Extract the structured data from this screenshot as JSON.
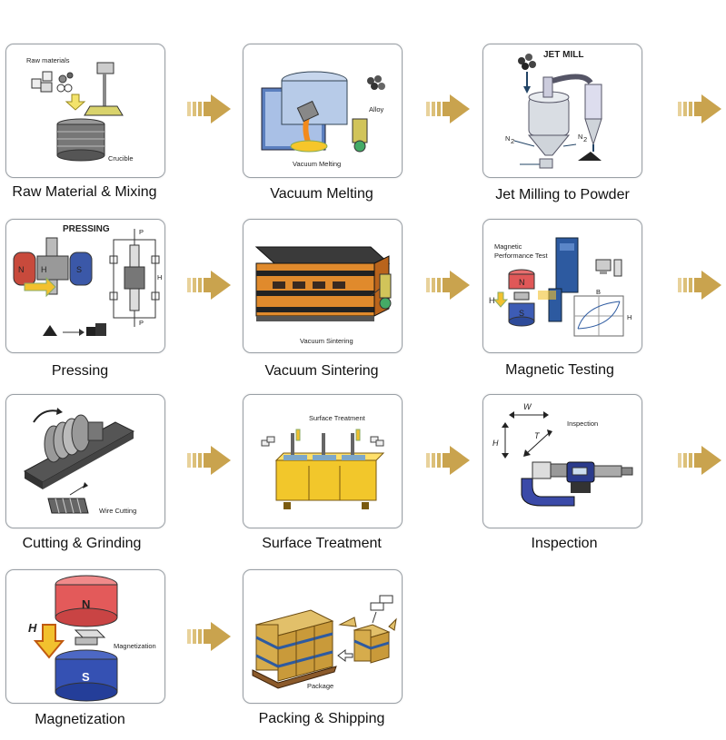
{
  "steps": [
    {
      "caption": "Raw Material & Mixing",
      "labels": [
        "Raw materials",
        "Crucible"
      ]
    },
    {
      "caption": "Vacuum Melting",
      "labels": [
        "Alloy",
        "Vacuum Melting"
      ]
    },
    {
      "caption": "Jet Milling to Powder",
      "labels": [
        "JET MILL",
        "N",
        "2",
        "N",
        "2"
      ]
    },
    {
      "caption": "Pressing",
      "labels": [
        "PRESSING",
        "N",
        "S",
        "P",
        "P",
        "H",
        "H"
      ]
    },
    {
      "caption": "Vacuum Sintering",
      "labels": [
        "Vacuum Sintering"
      ]
    },
    {
      "caption": "Magnetic Testing",
      "labels": [
        "Magnetic",
        "Performance Test",
        "N",
        "S",
        "H",
        "B",
        "H"
      ]
    },
    {
      "caption": "Cutting & Grinding",
      "labels": [
        "Wire Cutting"
      ]
    },
    {
      "caption": "Surface Treatment",
      "labels": [
        "Surface Treatment"
      ]
    },
    {
      "caption": "Inspection",
      "labels": [
        "W",
        "H",
        "T",
        "Inspection"
      ]
    },
    {
      "caption": "Magnetization",
      "labels": [
        "N",
        "S",
        "H",
        "Magnetization"
      ]
    },
    {
      "caption": "Packing & Shipping",
      "labels": [
        "Package"
      ]
    }
  ],
  "colors": {
    "arrow": "#c9a34e",
    "arrow_light": "#e8d29b",
    "card_border": "#9aa0a6"
  }
}
